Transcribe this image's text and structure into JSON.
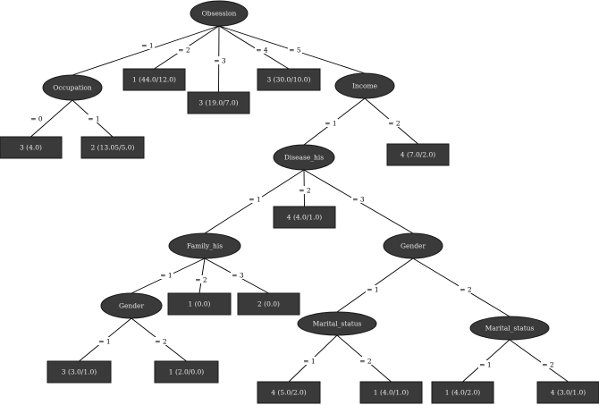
{
  "tree": {
    "nodes": [
      {
        "id": "n0",
        "type": "decision",
        "label": "Obsession"
      },
      {
        "id": "n1",
        "type": "decision",
        "label": "Occupation"
      },
      {
        "id": "n2",
        "type": "leaf",
        "label": "1 (44.0/12.0)"
      },
      {
        "id": "n3",
        "type": "leaf",
        "label": "3 (19.0/7.0)"
      },
      {
        "id": "n4",
        "type": "leaf",
        "label": "3 (30.0/10.0)"
      },
      {
        "id": "n5",
        "type": "decision",
        "label": "Income"
      },
      {
        "id": "n6",
        "type": "leaf",
        "label": "3 (4.0)"
      },
      {
        "id": "n7",
        "type": "leaf",
        "label": "2 (13.05/5.0)"
      },
      {
        "id": "n8",
        "type": "decision",
        "label": "Disease_his"
      },
      {
        "id": "n9",
        "type": "leaf",
        "label": "4 (7.0/2.0)"
      },
      {
        "id": "n10",
        "type": "decision",
        "label": "Family_his"
      },
      {
        "id": "n11",
        "type": "leaf",
        "label": "4 (4.0/1.0)"
      },
      {
        "id": "n12",
        "type": "decision",
        "label": "Gender"
      },
      {
        "id": "n13",
        "type": "decision",
        "label": "Gender"
      },
      {
        "id": "n14",
        "type": "leaf",
        "label": "1 (0.0)"
      },
      {
        "id": "n15",
        "type": "leaf",
        "label": "2 (0.0)"
      },
      {
        "id": "n16",
        "type": "decision",
        "label": "Marital_status"
      },
      {
        "id": "n17",
        "type": "decision",
        "label": "Marital_status"
      },
      {
        "id": "n18",
        "type": "leaf",
        "label": "3 (3.0/1.0)"
      },
      {
        "id": "n19",
        "type": "leaf",
        "label": "1 (2.0/0.0)"
      },
      {
        "id": "n20",
        "type": "leaf",
        "label": "4 (5.0/2.0)"
      },
      {
        "id": "n21",
        "type": "leaf",
        "label": "1 (4.0/1.0)"
      },
      {
        "id": "n22",
        "type": "leaf",
        "label": "1 (4.0/2.0)"
      },
      {
        "id": "n23",
        "type": "leaf",
        "label": "4 (3.0/1.0)"
      }
    ],
    "edges": [
      {
        "from": "n0",
        "to": "n1",
        "label": "= 1"
      },
      {
        "from": "n0",
        "to": "n2",
        "label": "= 2"
      },
      {
        "from": "n0",
        "to": "n3",
        "label": "= 3"
      },
      {
        "from": "n0",
        "to": "n4",
        "label": "= 4"
      },
      {
        "from": "n0",
        "to": "n5",
        "label": "= 5"
      },
      {
        "from": "n1",
        "to": "n6",
        "label": "= 0"
      },
      {
        "from": "n1",
        "to": "n7",
        "label": "= 1"
      },
      {
        "from": "n5",
        "to": "n8",
        "label": "= 1"
      },
      {
        "from": "n5",
        "to": "n9",
        "label": "= 2"
      },
      {
        "from": "n8",
        "to": "n10",
        "label": "= 1"
      },
      {
        "from": "n8",
        "to": "n11",
        "label": "= 2"
      },
      {
        "from": "n8",
        "to": "n12",
        "label": "= 3"
      },
      {
        "from": "n10",
        "to": "n13",
        "label": "= 1"
      },
      {
        "from": "n10",
        "to": "n14",
        "label": "= 2"
      },
      {
        "from": "n10",
        "to": "n15",
        "label": "= 3"
      },
      {
        "from": "n12",
        "to": "n16",
        "label": "= 1"
      },
      {
        "from": "n12",
        "to": "n17",
        "label": "= 2"
      },
      {
        "from": "n13",
        "to": "n18",
        "label": "= 1"
      },
      {
        "from": "n13",
        "to": "n19",
        "label": "= 2"
      },
      {
        "from": "n16",
        "to": "n20",
        "label": "= 1"
      },
      {
        "from": "n16",
        "to": "n21",
        "label": "= 2"
      },
      {
        "from": "n17",
        "to": "n22",
        "label": "= 1"
      },
      {
        "from": "n17",
        "to": "n23",
        "label": "= 2"
      }
    ]
  },
  "colors": {
    "node_fill": "#3a3a3a",
    "node_text": "#e6e6e6",
    "edge": "#000000",
    "background": "#ffffff"
  }
}
